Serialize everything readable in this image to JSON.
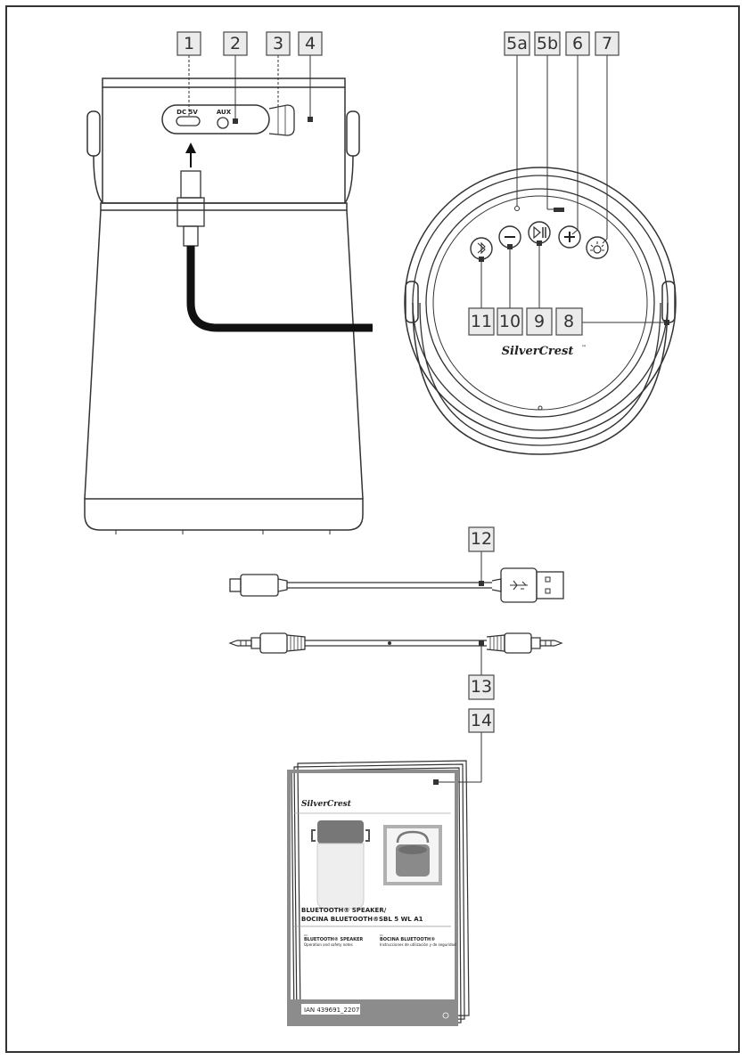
{
  "callouts": {
    "c1": "1",
    "c2": "2",
    "c3": "3",
    "c4": "4",
    "c5a": "5a",
    "c5b": "5b",
    "c6": "6",
    "c7": "7",
    "c8": "8",
    "c9": "9",
    "c10": "10",
    "c11": "11",
    "c12": "12",
    "c13": "13",
    "c14": "14"
  },
  "port_labels": {
    "dc": "DC 5V",
    "aux": "AUX"
  },
  "brand": {
    "logo_text": "SilverCrest",
    "trademark": "™"
  },
  "manual": {
    "title_line1": "BLUETOOTH® SPEAKER/",
    "title_line2": "BOCINA BLUETOOTH®",
    "model": "SBL 5 WL A1",
    "left_col_title": "BLUETOOTH® SPEAKER",
    "left_col_sub": "Operation and safety notes",
    "right_col_title": "BOCINA BLUETOOTH®",
    "right_col_sub": "Instrucciones de utilización y de seguridad",
    "ian": "IAN 439691_2207"
  },
  "colors": {
    "line": "#333333",
    "callout_fill": "#ebebeb",
    "manual_band": "#8c8c8c"
  }
}
